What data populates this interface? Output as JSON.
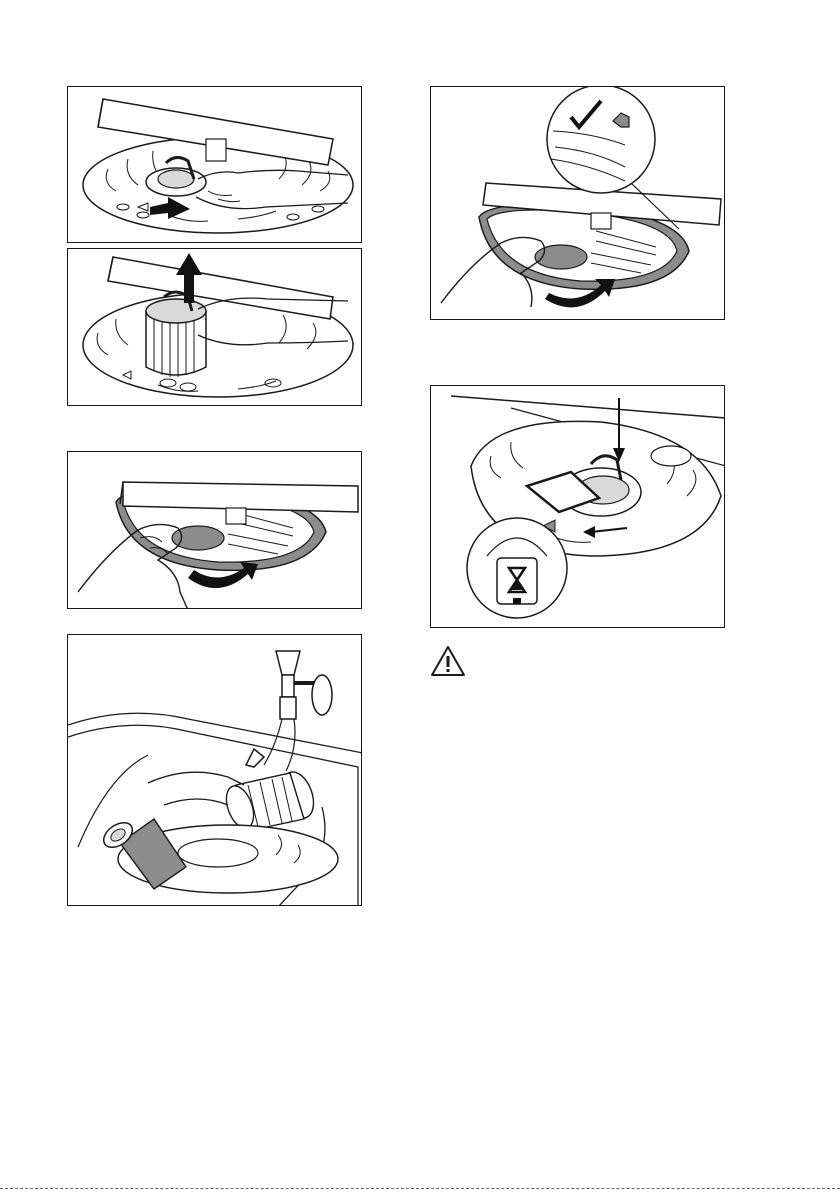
{
  "document": {
    "type": "appliance-manual-page",
    "content": "illustrations-only",
    "illustrations": [
      {
        "id": "step-remove-filter-c-turn",
        "icon": "filter-turn-counterclockwise-illustration"
      },
      {
        "id": "step-lift-filter-out",
        "icon": "filter-lift-up-illustration"
      },
      {
        "id": "step-remove-flat-filter",
        "icon": "flat-filter-remove-illustration"
      },
      {
        "id": "step-rinse-filters",
        "icon": "filter-rinse-under-tap-illustration"
      },
      {
        "id": "step-replace-flat-filter-check",
        "icon": "flat-filter-install-checkmark-illustration"
      },
      {
        "id": "step-reinstall-filter-lock",
        "icon": "filter-lock-clockwise-illustration"
      }
    ],
    "warning": {
      "icon": "warning-triangle-icon"
    }
  },
  "colors": {
    "line": "#1a1a1a",
    "gray_fill": "#8c8c8c",
    "light_gray": "#d9d9d9",
    "arrow": "#111111"
  }
}
